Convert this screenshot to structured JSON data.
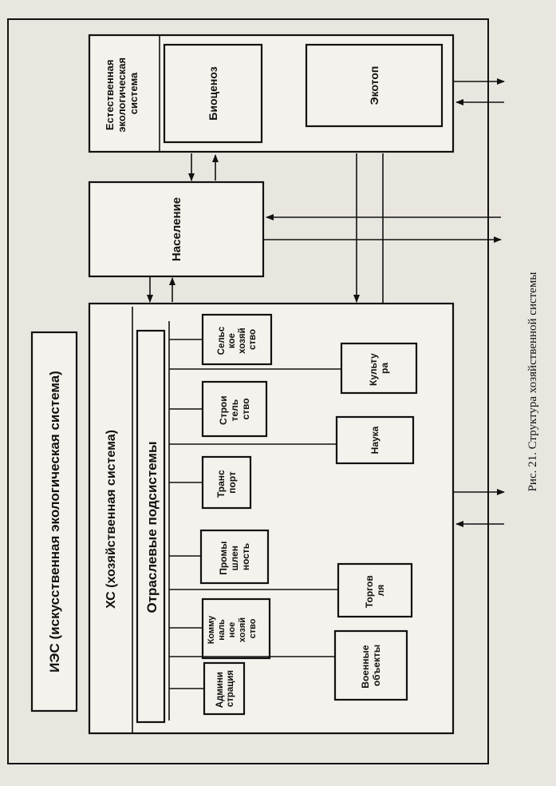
{
  "ies": {
    "label": "ИЭС (искусственная экологическая система)"
  },
  "natural": {
    "label_lines": [
      "Естественная",
      "экологическая",
      "система"
    ]
  },
  "biocenosis": {
    "label": "Биоценоз"
  },
  "ecotope": {
    "label": "Экотоп"
  },
  "population": {
    "label": "Население"
  },
  "hs": {
    "label": "ХС (хозяйственная система)"
  },
  "branch": {
    "label": "Отраслевые подсистемы"
  },
  "sectors": [
    {
      "id": "admin",
      "lines": [
        "Админи",
        "страция"
      ]
    },
    {
      "id": "communal",
      "lines": [
        "Комму",
        "наль",
        "ное",
        "хозяй",
        "ство"
      ]
    },
    {
      "id": "industry",
      "lines": [
        "Промы",
        "шлен",
        "ность"
      ]
    },
    {
      "id": "transport",
      "lines": [
        "Транс",
        "порт"
      ]
    },
    {
      "id": "construction",
      "lines": [
        "Строи",
        "тель",
        "ство"
      ]
    },
    {
      "id": "agriculture",
      "lines": [
        "Сельс",
        "кое",
        "хозяй",
        "ство"
      ]
    }
  ],
  "others": [
    {
      "id": "military",
      "lines": [
        "Военные",
        "объекты"
      ]
    },
    {
      "id": "trade",
      "lines": [
        "Торгов",
        "ля"
      ]
    },
    {
      "id": "science",
      "lines": [
        "Наука"
      ]
    },
    {
      "id": "culture",
      "lines": [
        "Культу",
        "ра"
      ]
    }
  ],
  "caption": "Рис. 21. Структура хозяйственной системы"
}
